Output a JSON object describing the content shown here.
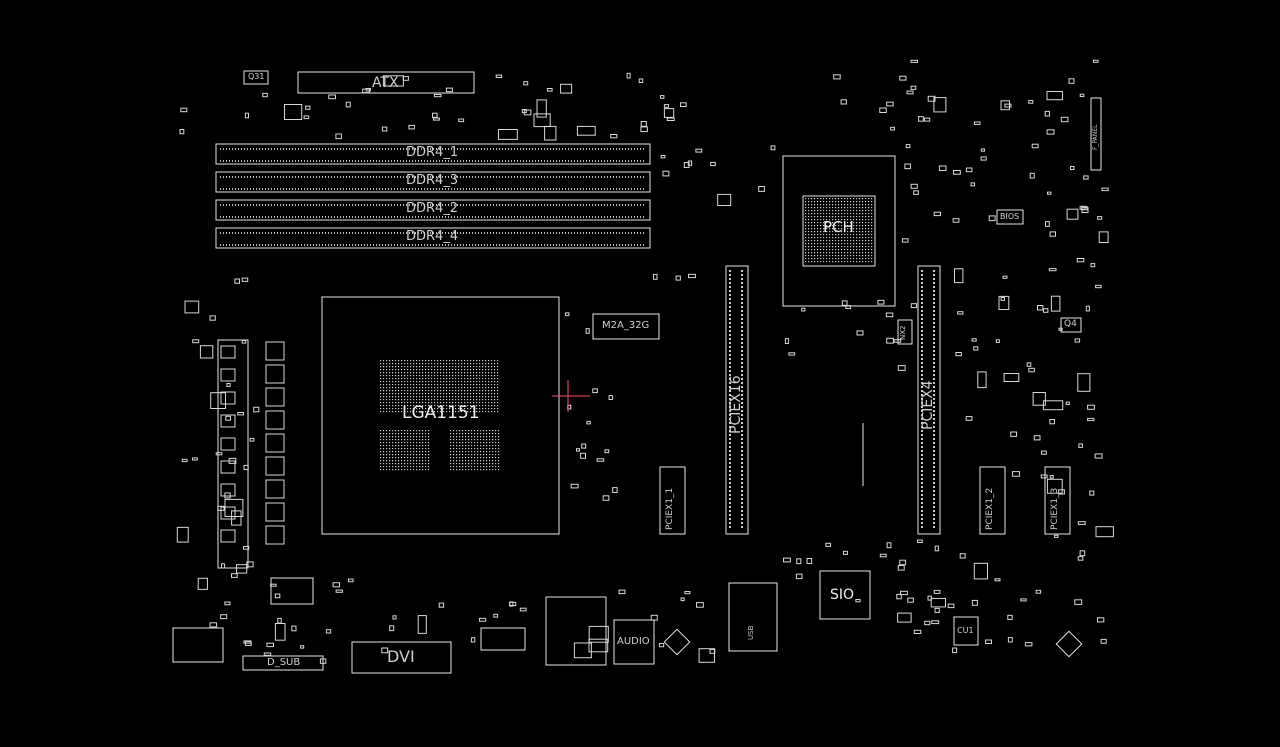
{
  "canvas": {
    "background": "#000000",
    "line_color": "#e6e6e6",
    "text_color": "#cfcfcf",
    "marker_color": "#ff4d6d"
  },
  "labels": {
    "atx": "ATX",
    "ddr4_1": "DDR4_1",
    "ddr4_3": "DDR4_3",
    "ddr4_2": "DDR4_2",
    "ddr4_4": "DDR4_4",
    "cpu_socket": "LGA1151",
    "m2": "M2A_32G",
    "pcie_x16": "PCIEX16",
    "pcie_x4": "PCIEX4",
    "pcie_x1_1": "PCIEX1_1",
    "pcie_x1_2": "PCIEX1_2",
    "pcie_x1_3": "PCIEX1_3",
    "pch": "PCH",
    "sio": "SIO",
    "bios": "BIOS",
    "dvi": "DVI",
    "d_sub": "D_SUB",
    "audio": "AUDIO",
    "usb": "USB",
    "q31": "Q31",
    "q4": "Q4",
    "cu1": "CU1",
    "nx2": "NX2",
    "f_panel": "F_PANEL"
  }
}
